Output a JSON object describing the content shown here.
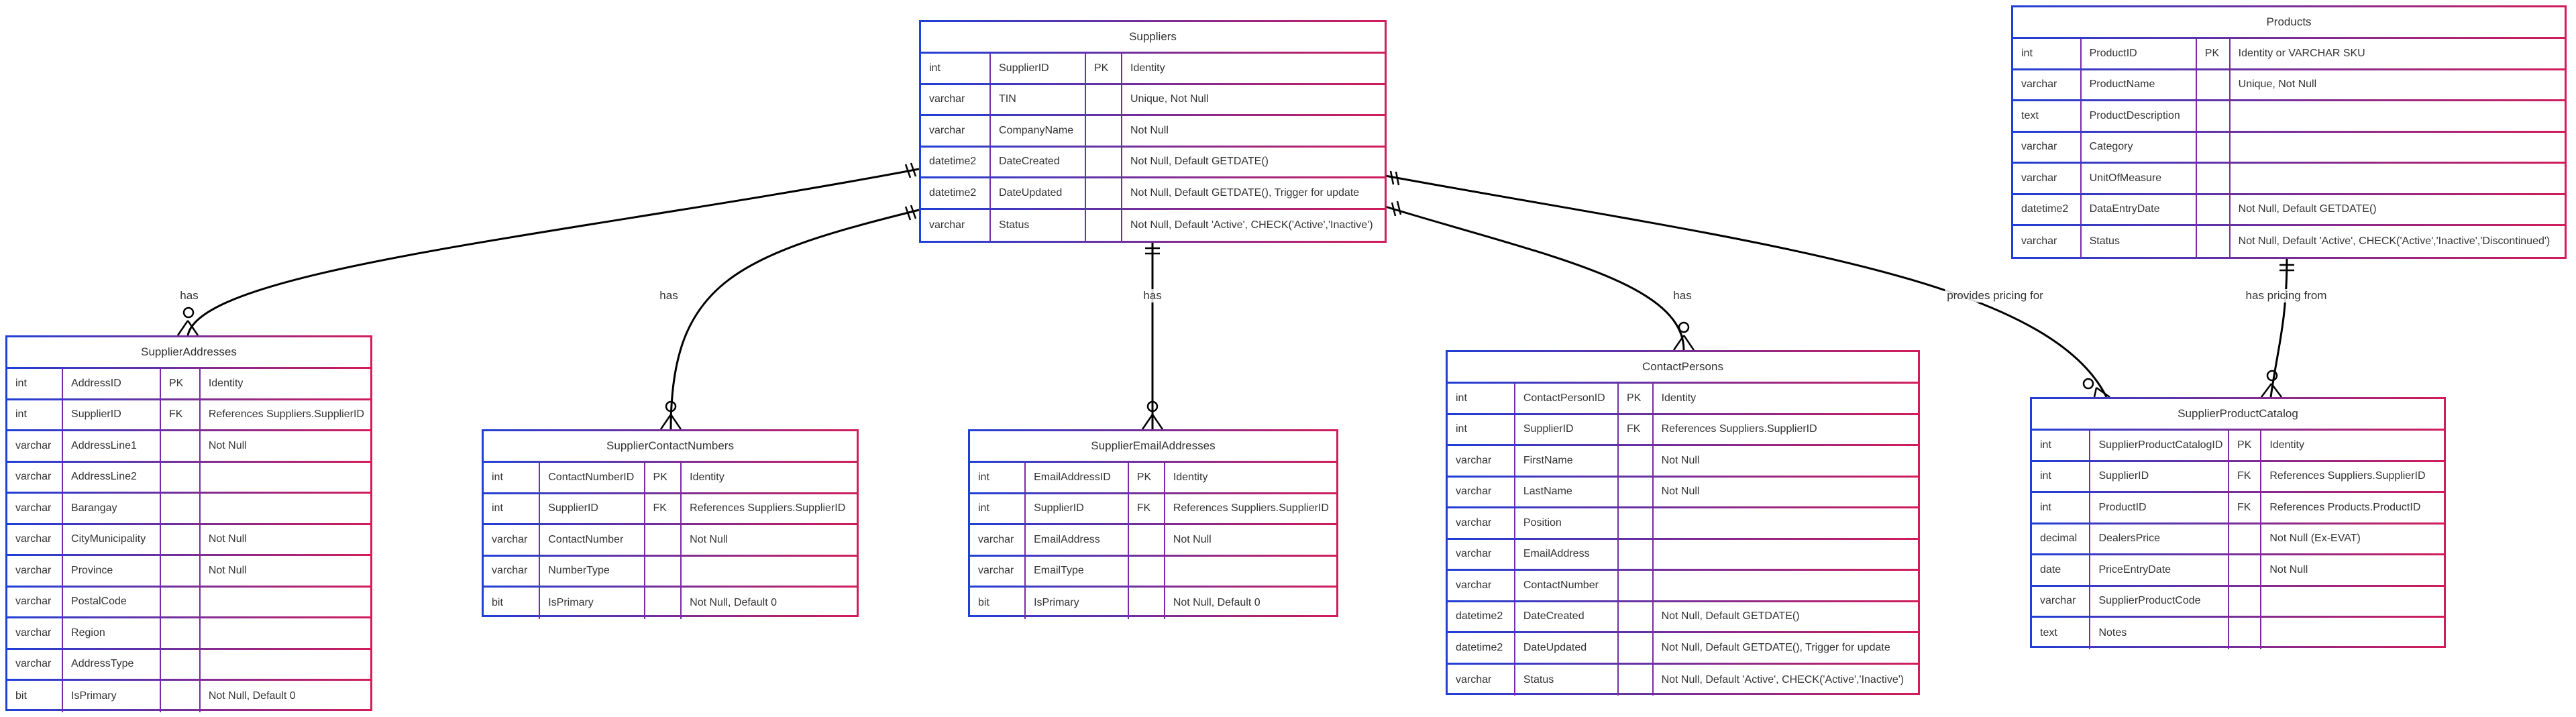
{
  "entities": {
    "suppliers": {
      "title": "Suppliers",
      "rows": [
        [
          "int",
          "SupplierID",
          "PK",
          "Identity"
        ],
        [
          "varchar",
          "TIN",
          "",
          "Unique, Not Null"
        ],
        [
          "varchar",
          "CompanyName",
          "",
          "Not Null"
        ],
        [
          "datetime2",
          "DateCreated",
          "",
          "Not Null, Default GETDATE()"
        ],
        [
          "datetime2",
          "DateUpdated",
          "",
          "Not Null, Default GETDATE(), Trigger for update"
        ],
        [
          "varchar",
          "Status",
          "",
          "Not Null, Default 'Active', CHECK('Active','Inactive')"
        ]
      ]
    },
    "products": {
      "title": "Products",
      "rows": [
        [
          "int",
          "ProductID",
          "PK",
          "Identity or VARCHAR SKU"
        ],
        [
          "varchar",
          "ProductName",
          "",
          "Unique, Not Null"
        ],
        [
          "text",
          "ProductDescription",
          "",
          ""
        ],
        [
          "varchar",
          "Category",
          "",
          ""
        ],
        [
          "varchar",
          "UnitOfMeasure",
          "",
          ""
        ],
        [
          "datetime2",
          "DataEntryDate",
          "",
          "Not Null, Default GETDATE()"
        ],
        [
          "varchar",
          "Status",
          "",
          "Not Null, Default 'Active', CHECK('Active','Inactive','Discontinued')"
        ]
      ]
    },
    "supplier_addresses": {
      "title": "SupplierAddresses",
      "rows": [
        [
          "int",
          "AddressID",
          "PK",
          "Identity"
        ],
        [
          "int",
          "SupplierID",
          "FK",
          "References Suppliers.SupplierID"
        ],
        [
          "varchar",
          "AddressLine1",
          "",
          "Not Null"
        ],
        [
          "varchar",
          "AddressLine2",
          "",
          ""
        ],
        [
          "varchar",
          "Barangay",
          "",
          ""
        ],
        [
          "varchar",
          "CityMunicipality",
          "",
          "Not Null"
        ],
        [
          "varchar",
          "Province",
          "",
          "Not Null"
        ],
        [
          "varchar",
          "PostalCode",
          "",
          ""
        ],
        [
          "varchar",
          "Region",
          "",
          ""
        ],
        [
          "varchar",
          "AddressType",
          "",
          ""
        ],
        [
          "bit",
          "IsPrimary",
          "",
          "Not Null, Default 0"
        ]
      ]
    },
    "supplier_contact_numbers": {
      "title": "SupplierContactNumbers",
      "rows": [
        [
          "int",
          "ContactNumberID",
          "PK",
          "Identity"
        ],
        [
          "int",
          "SupplierID",
          "FK",
          "References Suppliers.SupplierID"
        ],
        [
          "varchar",
          "ContactNumber",
          "",
          "Not Null"
        ],
        [
          "varchar",
          "NumberType",
          "",
          ""
        ],
        [
          "bit",
          "IsPrimary",
          "",
          "Not Null, Default 0"
        ]
      ]
    },
    "supplier_email_addresses": {
      "title": "SupplierEmailAddresses",
      "rows": [
        [
          "int",
          "EmailAddressID",
          "PK",
          "Identity"
        ],
        [
          "int",
          "SupplierID",
          "FK",
          "References Suppliers.SupplierID"
        ],
        [
          "varchar",
          "EmailAddress",
          "",
          "Not Null"
        ],
        [
          "varchar",
          "EmailType",
          "",
          ""
        ],
        [
          "bit",
          "IsPrimary",
          "",
          "Not Null, Default 0"
        ]
      ]
    },
    "contact_persons": {
      "title": "ContactPersons",
      "rows": [
        [
          "int",
          "ContactPersonID",
          "PK",
          "Identity"
        ],
        [
          "int",
          "SupplierID",
          "FK",
          "References Suppliers.SupplierID"
        ],
        [
          "varchar",
          "FirstName",
          "",
          "Not Null"
        ],
        [
          "varchar",
          "LastName",
          "",
          "Not Null"
        ],
        [
          "varchar",
          "Position",
          "",
          ""
        ],
        [
          "varchar",
          "EmailAddress",
          "",
          ""
        ],
        [
          "varchar",
          "ContactNumber",
          "",
          ""
        ],
        [
          "datetime2",
          "DateCreated",
          "",
          "Not Null, Default GETDATE()"
        ],
        [
          "datetime2",
          "DateUpdated",
          "",
          "Not Null, Default GETDATE(), Trigger for update"
        ],
        [
          "varchar",
          "Status",
          "",
          "Not Null, Default 'Active', CHECK('Active','Inactive')"
        ]
      ]
    },
    "supplier_product_catalog": {
      "title": "SupplierProductCatalog",
      "rows": [
        [
          "int",
          "SupplierProductCatalogID",
          "PK",
          "Identity"
        ],
        [
          "int",
          "SupplierID",
          "FK",
          "References Suppliers.SupplierID"
        ],
        [
          "int",
          "ProductID",
          "FK",
          "References Products.ProductID"
        ],
        [
          "decimal",
          "DealersPrice",
          "",
          "Not Null (Ex-EVAT)"
        ],
        [
          "date",
          "PriceEntryDate",
          "",
          "Not Null"
        ],
        [
          "varchar",
          "SupplierProductCode",
          "",
          ""
        ],
        [
          "text",
          "Notes",
          "",
          ""
        ]
      ]
    }
  },
  "relationships": [
    {
      "label": "has",
      "from": "suppliers",
      "to": "supplier_addresses"
    },
    {
      "label": "has",
      "from": "suppliers",
      "to": "supplier_contact_numbers"
    },
    {
      "label": "has",
      "from": "suppliers",
      "to": "supplier_email_addresses"
    },
    {
      "label": "has",
      "from": "suppliers",
      "to": "contact_persons"
    },
    {
      "label": "provides pricing for",
      "from": "suppliers",
      "to": "supplier_product_catalog"
    },
    {
      "label": "has pricing from",
      "from": "products",
      "to": "supplier_product_catalog"
    }
  ]
}
